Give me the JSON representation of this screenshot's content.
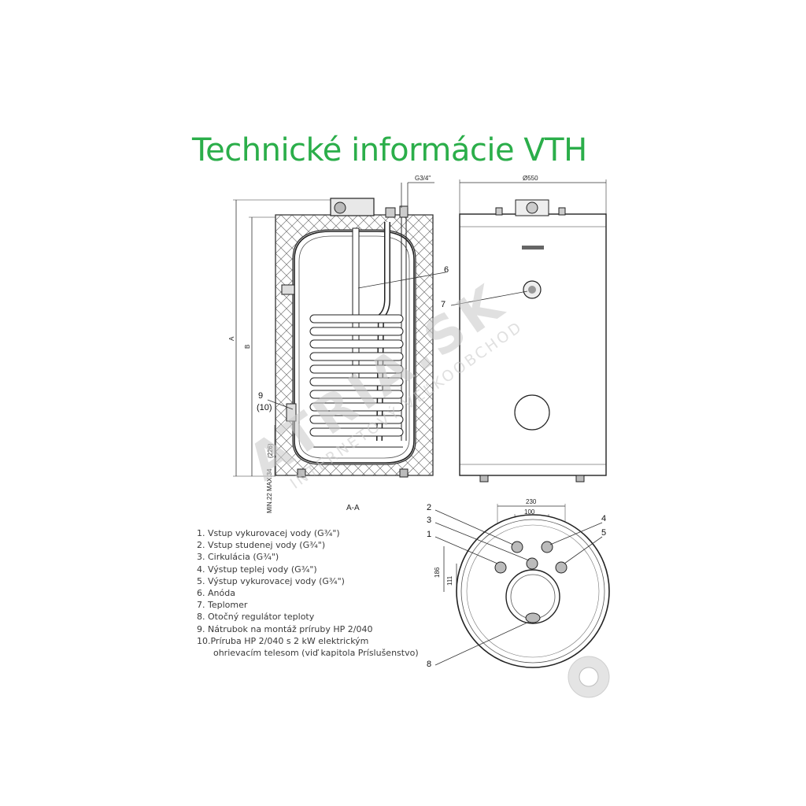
{
  "title": "Technické informácie VTH",
  "dimensions": {
    "g34": "G3/4\"",
    "dia550": "Ø550",
    "A": "A",
    "B": "B",
    "d226": "(226)",
    "minmax": "MIN.22 MAX.34",
    "section": "A-A",
    "d230": "230",
    "d100": "100",
    "d186": "186",
    "d111": "111"
  },
  "callouts": {
    "c6": "6",
    "c7": "7",
    "c9": "9",
    "c10": "(10)",
    "c2": "2",
    "c3": "3",
    "c1": "1",
    "c4": "4",
    "c5": "5",
    "c8": "8"
  },
  "legend": [
    "1.  Vstup vykurovacej vody (G¾\")",
    "2.  Vstup studenej vody (G¾\")",
    "3.  Cirkulácia (G¾\")",
    "4.  Výstup teplej vody (G¾\")",
    "5.  Výstup vykurovacej vody (G¾\")",
    "6.  Anóda",
    "7.  Teplomer",
    "8.  Otočný regulátor teploty",
    "9.  Nátrubok na montáž príruby HP 2/040",
    "10.Príruba HP 2/040 s 2 kW elektrickým",
    "      ohrievacím telesom (viď kapitola Príslušenstvo)"
  ],
  "watermark": {
    "brand": "ATRIA.SK",
    "tagline": "INTERNETOVÝ VEĽKOOBCHOD"
  }
}
